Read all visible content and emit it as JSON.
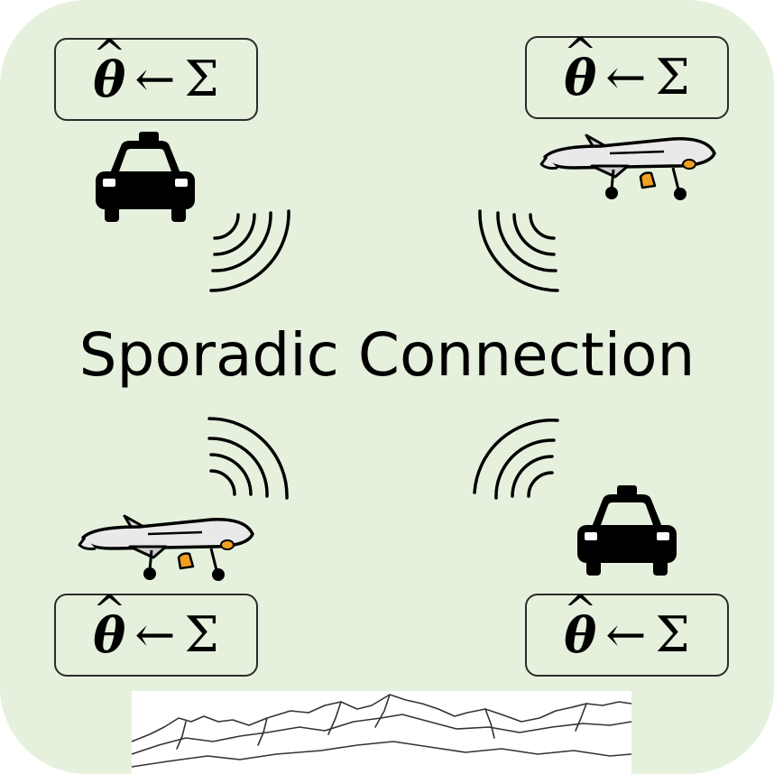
{
  "title": "Sporadic Connection",
  "formula": {
    "theta": "θ",
    "hat": "^",
    "arrow": "←",
    "sum": "Σ"
  },
  "nodes": [
    {
      "corner": "top-left",
      "vehicle": "taxi-car-icon"
    },
    {
      "corner": "top-right",
      "vehicle": "drone-icon"
    },
    {
      "corner": "bottom-left",
      "vehicle": "drone-icon"
    },
    {
      "corner": "bottom-right",
      "vehicle": "taxi-car-icon"
    }
  ],
  "colors": {
    "background": "#e6f1dd",
    "drone_accent": "#f0a020",
    "ink": "#000000"
  }
}
